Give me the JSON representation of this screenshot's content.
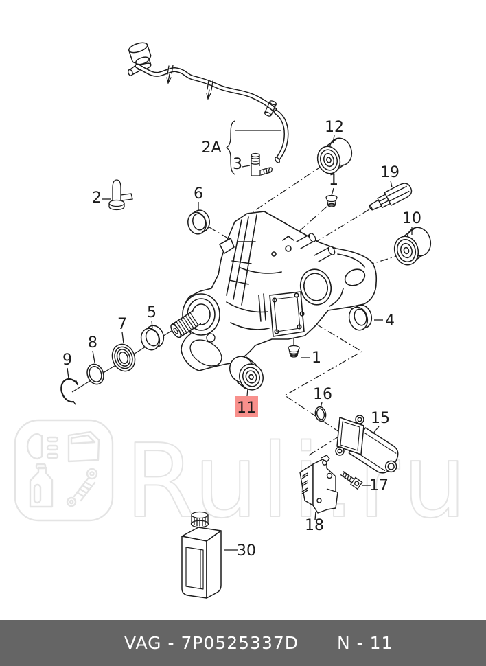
{
  "watermark": {
    "brand_text": "Ruli.ru",
    "color": "#e4e4e4",
    "icons": [
      "headlight",
      "car-door",
      "oil-canister",
      "shock-absorber"
    ]
  },
  "callouts": {
    "n2a": {
      "label": "2A"
    },
    "n3": {
      "label": "3"
    },
    "n2": {
      "label": "2"
    },
    "n6": {
      "label": "6"
    },
    "n12": {
      "label": "12"
    },
    "n1_top": {
      "label": "1"
    },
    "n19": {
      "label": "19"
    },
    "n10": {
      "label": "10"
    },
    "n4": {
      "label": "4"
    },
    "n5": {
      "label": "5"
    },
    "n7": {
      "label": "7"
    },
    "n8": {
      "label": "8"
    },
    "n9": {
      "label": "9"
    },
    "n1_bottom": {
      "label": "1"
    },
    "n11": {
      "label": "11"
    },
    "n16": {
      "label": "16"
    },
    "n15": {
      "label": "15"
    },
    "n17": {
      "label": "17"
    },
    "n18": {
      "label": "18"
    },
    "n30": {
      "label": "30"
    }
  },
  "highlight": {
    "callout": "11",
    "color": "#f8908c",
    "text_color": "#4d211f"
  },
  "footer": {
    "left_text": "VAG - 7P0525337D",
    "right_text": "N - 11",
    "background": "#656565"
  },
  "colors": {
    "line": "#1b1b1b",
    "background": "#ffffff"
  }
}
